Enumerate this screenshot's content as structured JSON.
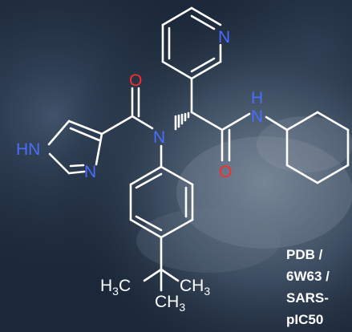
{
  "atoms": {
    "n_pyridine": "N",
    "o_amide_left": "O",
    "n_imidazole_top": "HN",
    "n_imidazole_bottom": "N",
    "n_tertiary": "N",
    "nh_amide_n": "N",
    "nh_amide_h": "H",
    "o_amide_right": "O",
    "methyl_left": {
      "h": "H",
      "n": "3",
      "c": "C"
    },
    "methyl_right": {
      "c": "CH",
      "n": "3"
    },
    "methyl_bottom": {
      "c": "CH",
      "n": "3"
    }
  },
  "caption": {
    "line1": "PDB /",
    "line2": "6W63 /",
    "line3": "SARS-",
    "line4": "pIC50"
  },
  "colors": {
    "nitrogen": "#4a6cff",
    "oxygen": "#ff2a2a",
    "bond": "#ffffff"
  }
}
